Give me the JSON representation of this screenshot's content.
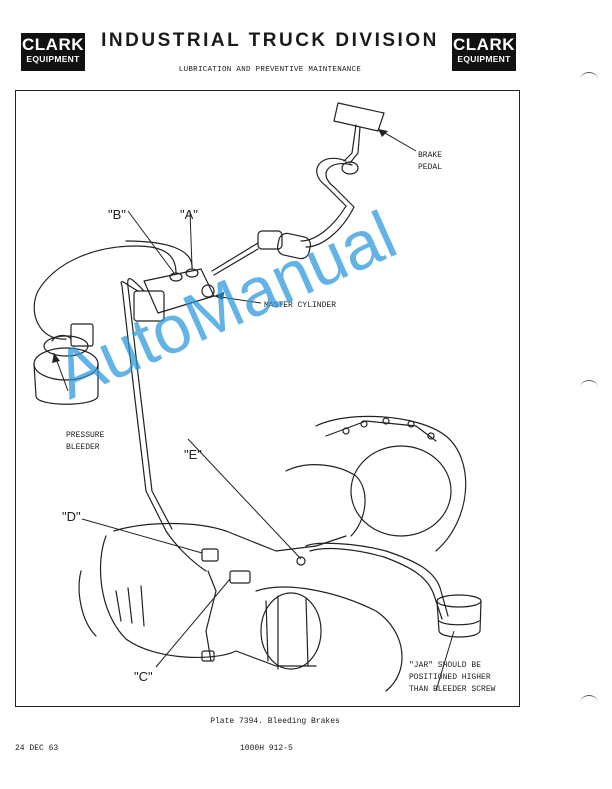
{
  "header": {
    "logo_line1": "CLARK",
    "logo_line2": "EQUIPMENT",
    "title": "INDUSTRIAL TRUCK DIVISION",
    "subtitle": "LUBRICATION AND PREVENTIVE MAINTENANCE"
  },
  "diagram": {
    "labels": {
      "brake_pedal_1": "BRAKE",
      "brake_pedal_2": "PEDAL",
      "point_b": "\"B\"",
      "point_a": "\"A\"",
      "master_cylinder": "MASTER CYLINDER",
      "pressure_bleeder_1": "PRESSURE",
      "pressure_bleeder_2": "BLEEDER",
      "point_e": "\"E\"",
      "point_d": "\"D\"",
      "point_c": "\"C\"",
      "jar_note_1": "\"JAR\" SHOULD BE",
      "jar_note_2": "POSITIONED HIGHER",
      "jar_note_3": "THAN BLEEDER SCREW"
    }
  },
  "caption": "Plate 7394.  Bleeding Brakes",
  "footer": {
    "date": "24 DEC 63",
    "code": "1000H 912-5"
  },
  "watermark": "AutoManual",
  "colors": {
    "watermark": "#2896dc",
    "logo_bg": "#111111"
  }
}
